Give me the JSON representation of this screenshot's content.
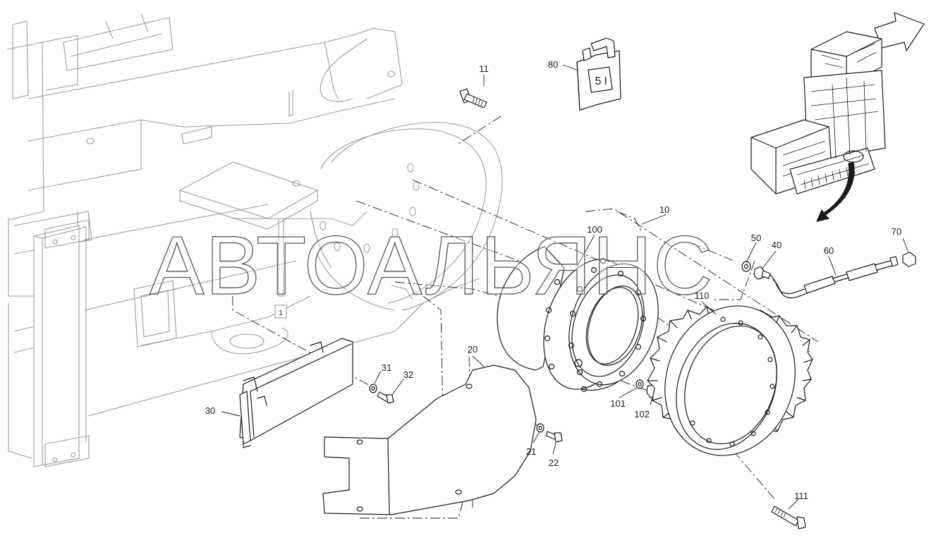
{
  "watermark": "АВТОАЛЬЯНС",
  "oil_can_label": "5 l",
  "frame_marker": "1",
  "callouts": {
    "c10": "10",
    "c11": "11",
    "c20": "20",
    "c21": "21",
    "c22": "22",
    "c30": "30",
    "c31": "31",
    "c32": "32",
    "c40": "40",
    "c50": "50",
    "c60": "60",
    "c70": "70",
    "c80": "80",
    "c100": "100",
    "c101": "101",
    "c102": "102",
    "c110": "110",
    "c111": "111"
  }
}
